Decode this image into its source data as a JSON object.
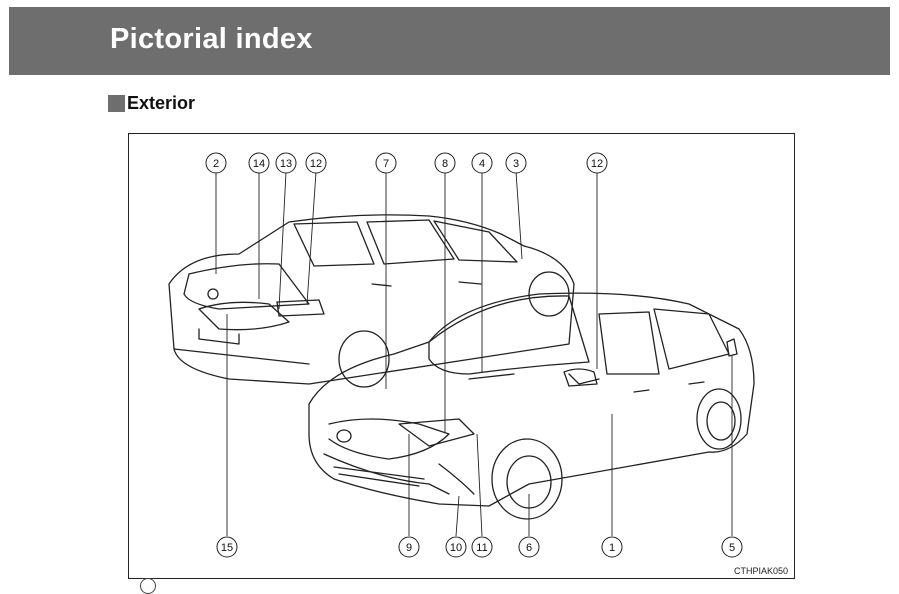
{
  "header": {
    "title": "Pictorial index"
  },
  "section": {
    "title": "Exterior"
  },
  "figure": {
    "code": "CTHPIAK050",
    "callouts": [
      "1",
      "2",
      "3",
      "4",
      "5",
      "6",
      "7",
      "8",
      "9",
      "10",
      "11",
      "12",
      "13",
      "14",
      "15"
    ]
  },
  "colors": {
    "banner": "#6e6e6e",
    "line": "#222222"
  }
}
